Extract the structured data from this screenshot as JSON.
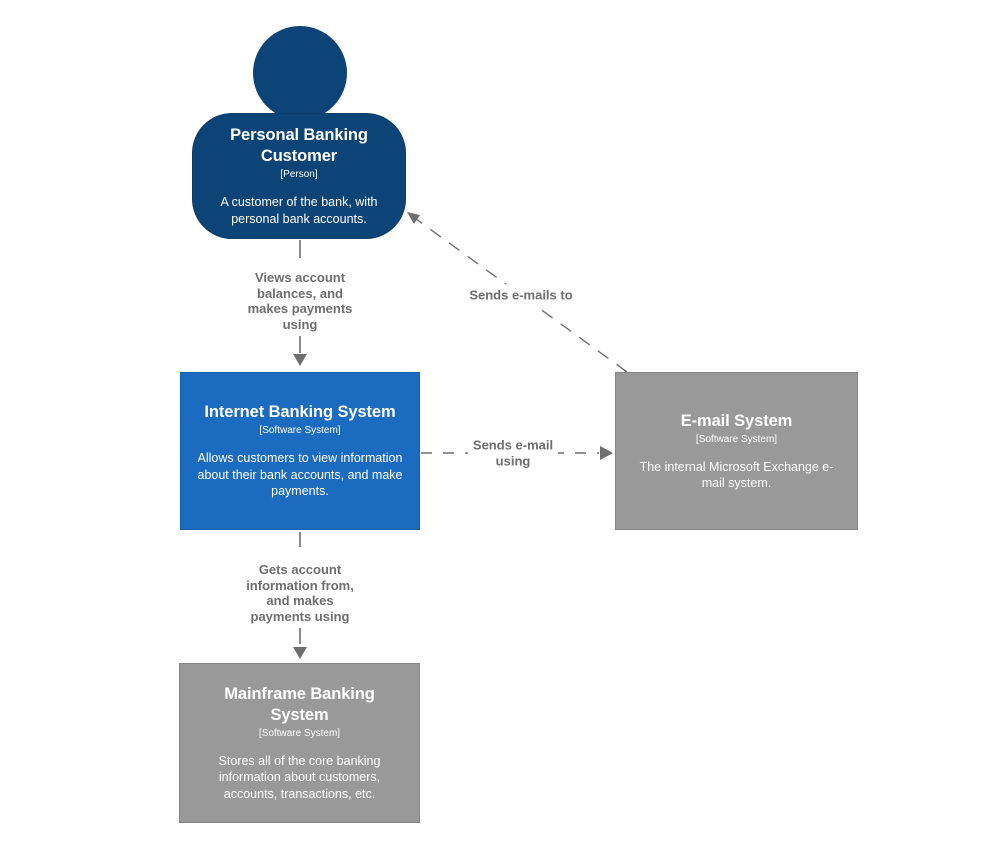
{
  "diagram": {
    "background": "#ffffff",
    "nodes": [
      {
        "title": "Personal Banking Customer",
        "meta": "[Person]",
        "description": "A customer of the bank, with personal bank accounts.",
        "type": "person",
        "color": "#0d4477"
      },
      {
        "title": "Internet Banking System",
        "meta": "[Software System]",
        "description": "Allows customers to view information about their bank accounts, and make payments.",
        "type": "software-system",
        "color": "#1b6cc1"
      },
      {
        "title": "E-mail System",
        "meta": "[Software System]",
        "description": "The internal Microsoft Exchange e-mail system.",
        "type": "software-system",
        "color": "#999999"
      },
      {
        "title": "Mainframe Banking System",
        "meta": "[Software System]",
        "description": "Stores all of the core banking information about customers, accounts, transactions, etc.",
        "type": "software-system",
        "color": "#999999"
      }
    ],
    "edges": [
      {
        "from": "Personal Banking Customer",
        "to": "Internet Banking System",
        "lines": [
          "Views account",
          "balances, and",
          "makes payments",
          "using"
        ],
        "style": "dashed"
      },
      {
        "from": "E-mail System",
        "to": "Personal Banking Customer",
        "lines": [
          "Sends e-mails to"
        ],
        "style": "dashed"
      },
      {
        "from": "Internet Banking System",
        "to": "E-mail System",
        "lines": [
          "Sends e-mail",
          "using"
        ],
        "style": "dashed"
      },
      {
        "from": "Internet Banking System",
        "to": "Mainframe Banking System",
        "lines": [
          "Gets account",
          "information from,",
          "and makes",
          "payments using"
        ],
        "style": "dashed"
      }
    ],
    "style": {
      "line_color": "#6f6f6f",
      "label_color": "#6e6e6e"
    }
  }
}
